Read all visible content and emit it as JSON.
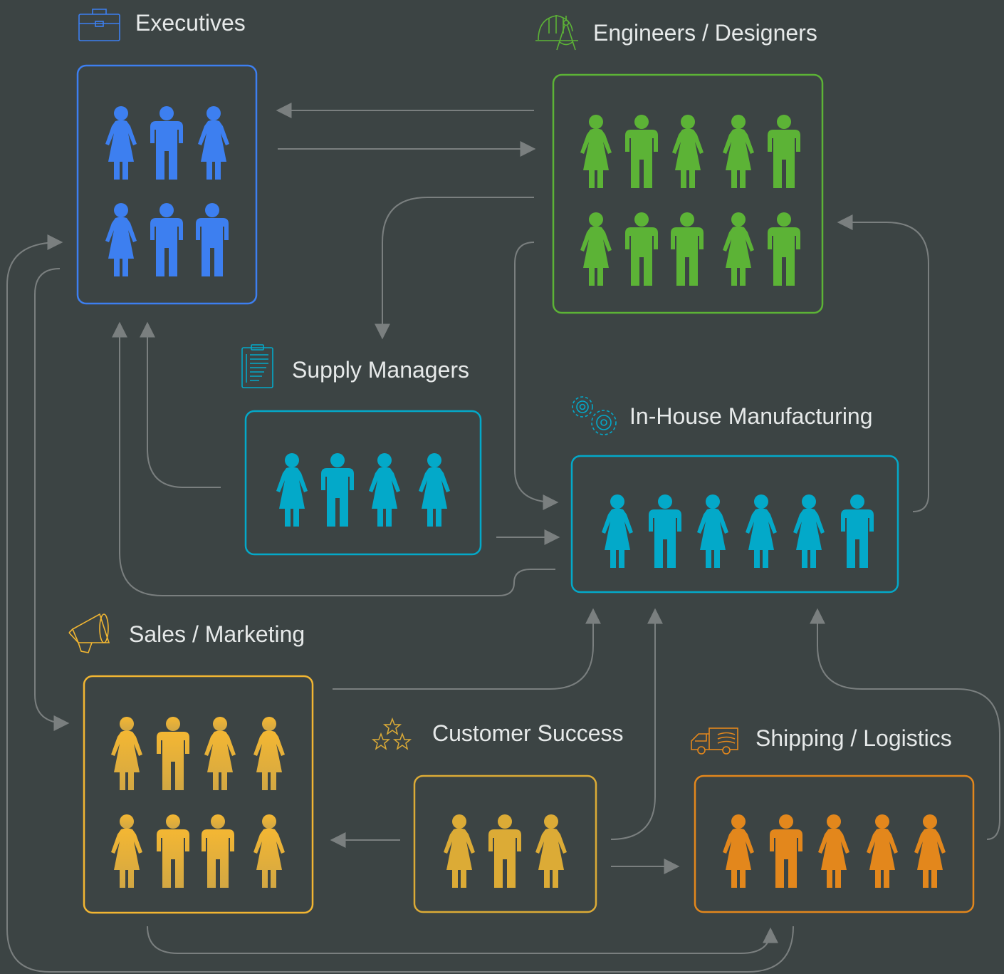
{
  "colors": {
    "background": "#3c4444",
    "connector": "#7a7f7f",
    "executives": "#3d7ff0",
    "engineers": "#5cb336",
    "supply": "#03a9c9",
    "manufacturing": "#03a9c9",
    "sales": "#f2b632",
    "sales_dark": "#d9a53a",
    "customer_success": "#dcab36",
    "shipping": "#e3871c"
  },
  "groups": {
    "executives": {
      "label": "Executives",
      "icon": "briefcase-icon",
      "people": [
        "f",
        "m",
        "f",
        "f",
        "m",
        "m"
      ]
    },
    "engineers": {
      "label": "Engineers / Designers",
      "icon": "hardhat-compass-icon",
      "people": [
        "f",
        "m",
        "f",
        "f",
        "m",
        "f",
        "m",
        "m",
        "f",
        "m"
      ]
    },
    "supply": {
      "label": "Supply Managers",
      "icon": "clipboard-icon",
      "people": [
        "f",
        "m",
        "f",
        "f"
      ]
    },
    "manufacturing": {
      "label": "In-House Manufacturing",
      "icon": "gears-icon",
      "people": [
        "f",
        "m",
        "f",
        "f",
        "f",
        "m"
      ]
    },
    "sales": {
      "label": "Sales / Marketing",
      "icon": "megaphone-icon",
      "people": [
        "f",
        "m",
        "f",
        "f",
        "f",
        "m",
        "m",
        "f"
      ]
    },
    "customer_success": {
      "label": "Customer Success",
      "icon": "stars-icon",
      "people": [
        "f",
        "m",
        "f"
      ]
    },
    "shipping": {
      "label": "Shipping / Logistics",
      "icon": "delivery-truck-icon",
      "people": [
        "f",
        "m",
        "f",
        "f",
        "f"
      ]
    }
  }
}
